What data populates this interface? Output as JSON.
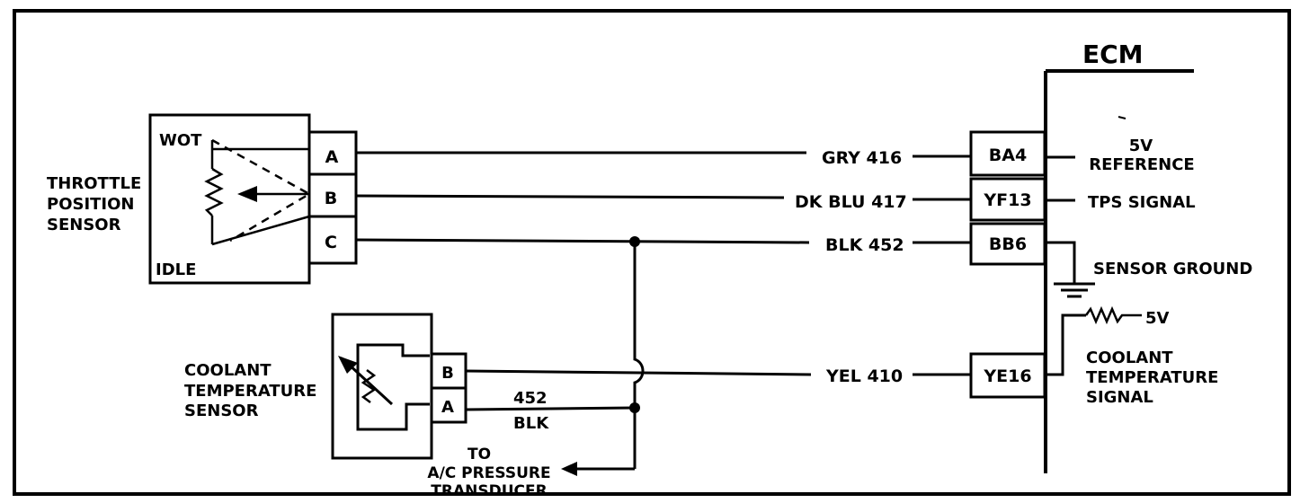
{
  "ecm": {
    "title": "ECM"
  },
  "tps": {
    "name_lines": [
      "THROTTLE",
      "POSITION",
      "SENSOR"
    ],
    "wot_label": "WOT",
    "idle_label": "IDLE",
    "pins": [
      "A",
      "B",
      "C"
    ]
  },
  "cts": {
    "name_lines": [
      "COOLANT",
      "TEMPERATURE",
      "SENSOR"
    ],
    "pins": [
      "B",
      "A"
    ]
  },
  "wires": [
    {
      "label": "GRY 416",
      "terminal": "BA4",
      "function_lines": [
        "5V",
        "REFERENCE"
      ]
    },
    {
      "label": "DK BLU 417",
      "terminal": "YF13",
      "function_lines": [
        "TPS  SIGNAL"
      ]
    },
    {
      "label": "BLK 452",
      "terminal": "BB6",
      "function_lines": [
        "SENSOR GROUND"
      ]
    },
    {
      "label": "YEL  410",
      "terminal": "YE16",
      "function_lines": [
        "COOLANT",
        "TEMPERATURE",
        "SIGNAL"
      ]
    }
  ],
  "pullup_label": "5V",
  "cts_ground_wire": {
    "number": "452",
    "color": "BLK"
  },
  "ac_note_lines": [
    "TO",
    "A/C PRESSURE",
    "TRANSDUCER"
  ]
}
